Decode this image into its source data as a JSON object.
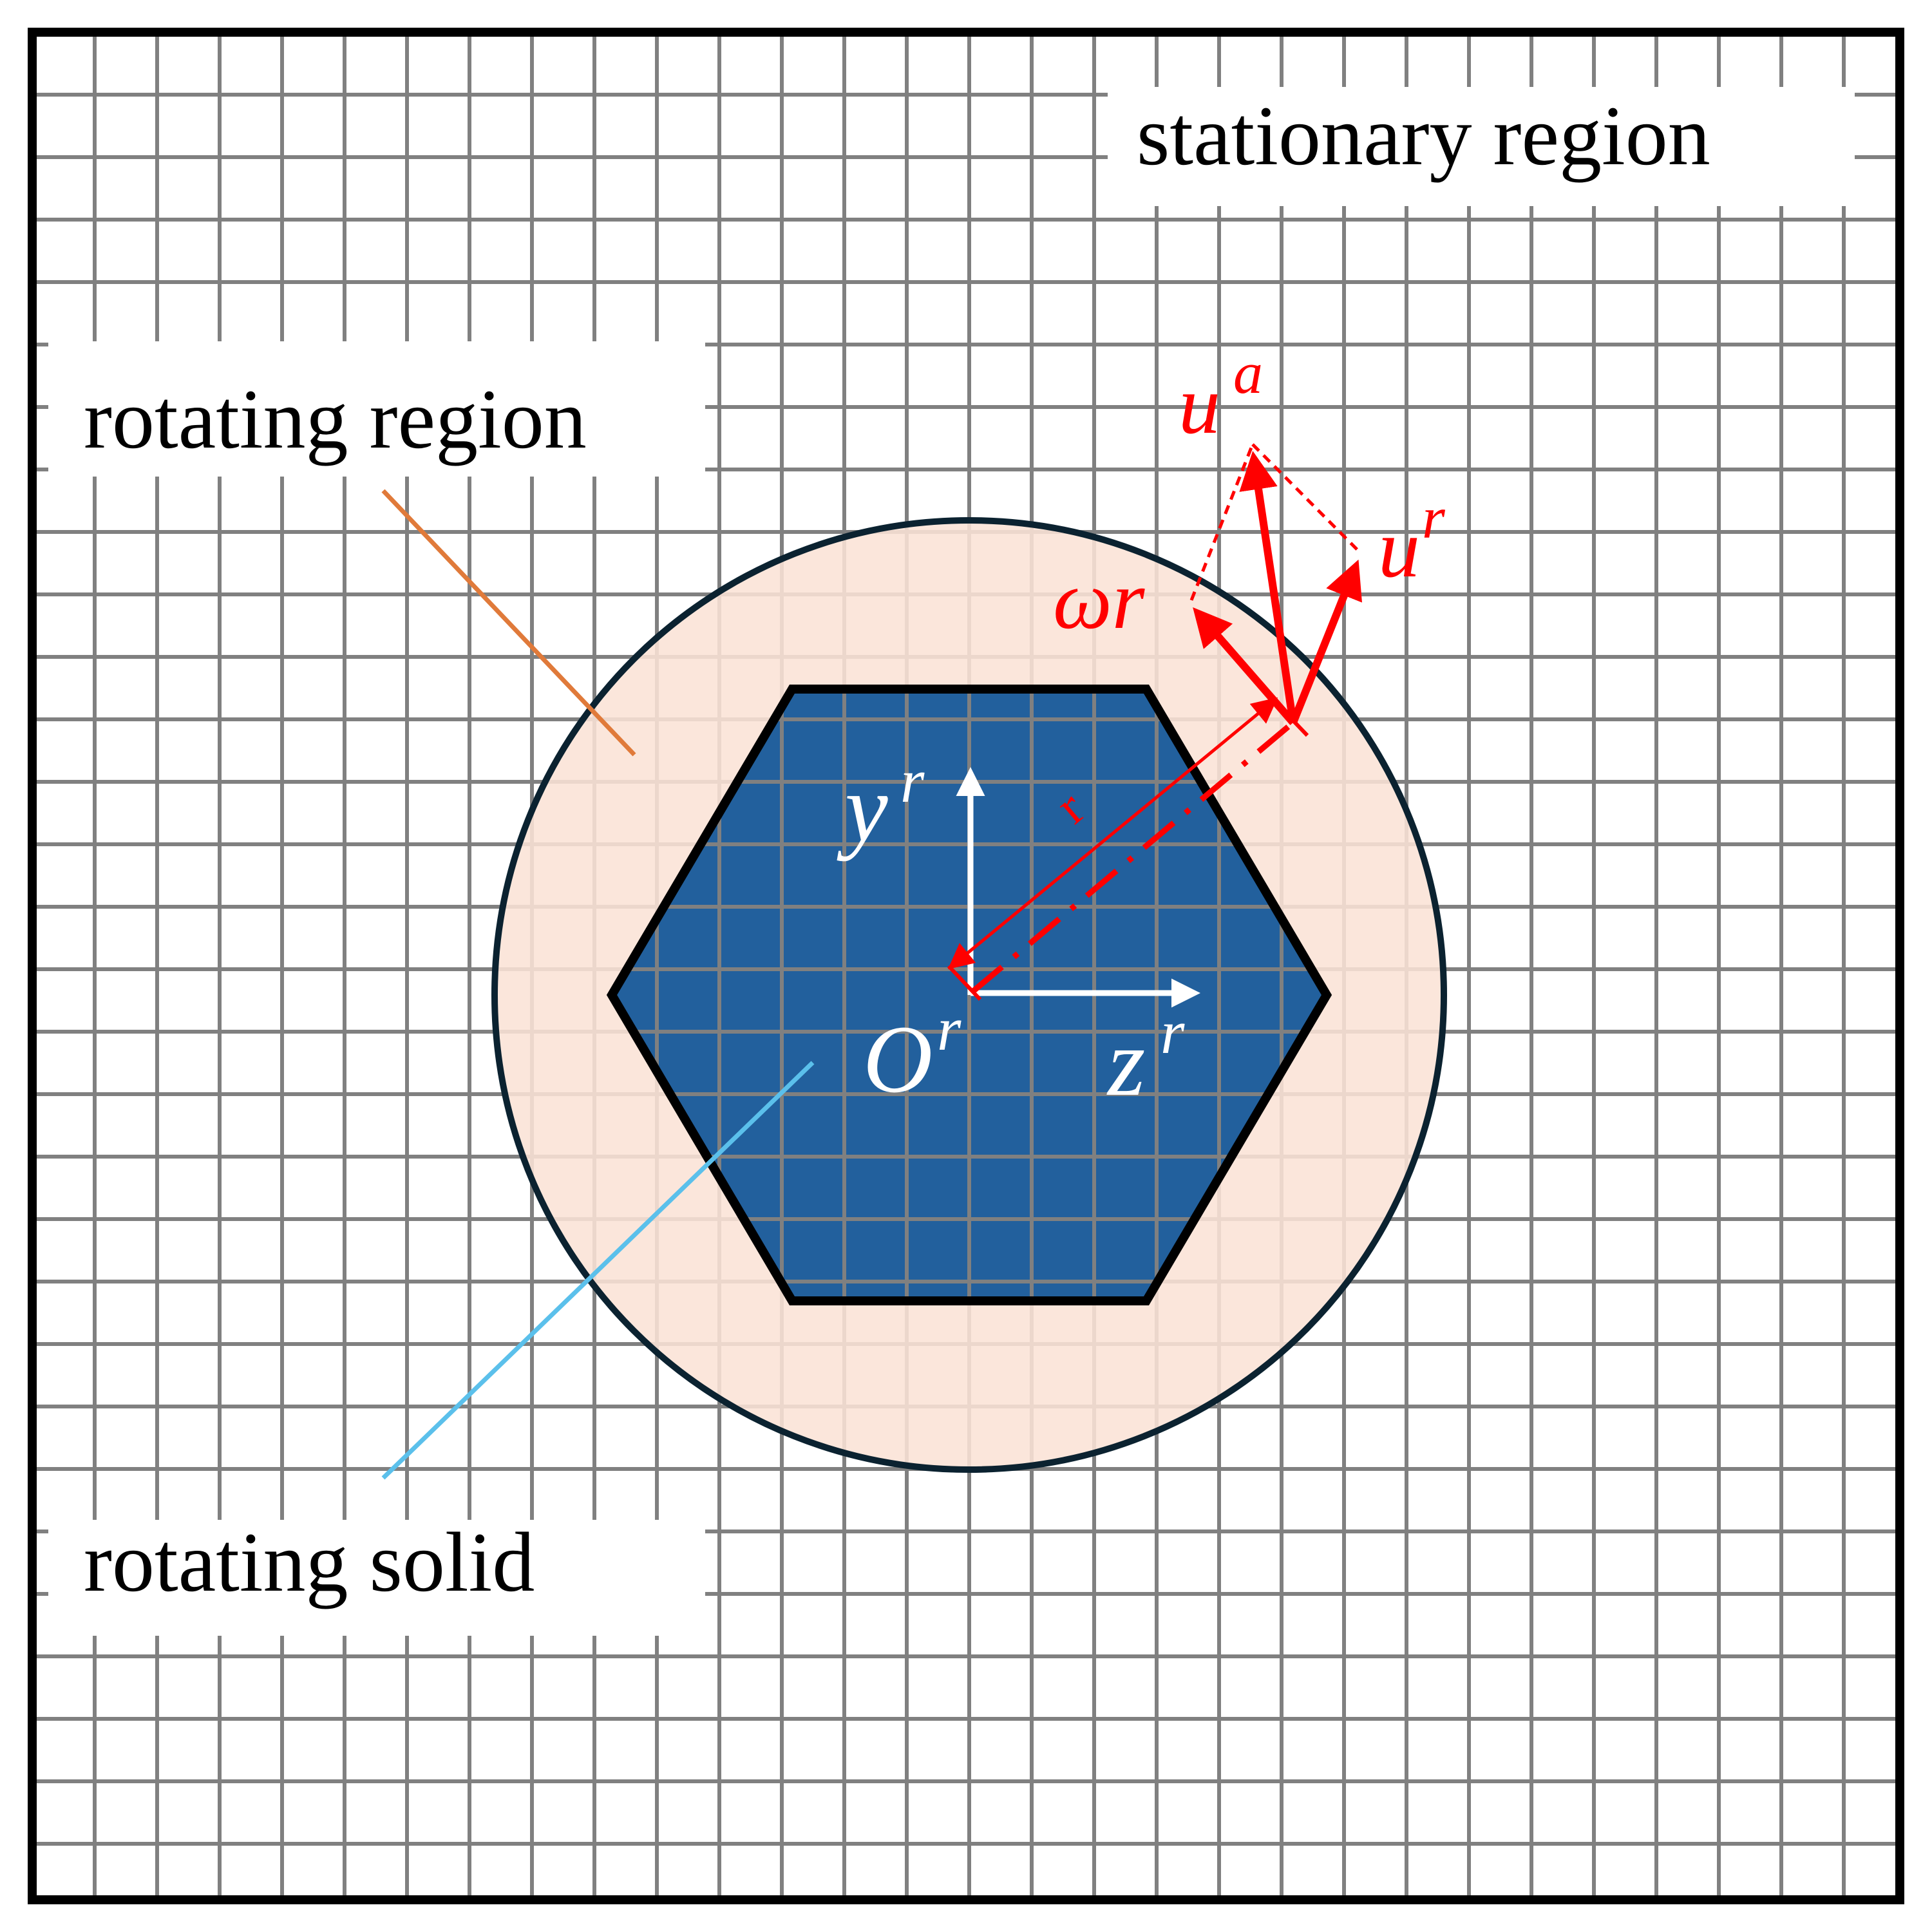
{
  "labels": {
    "stationary_region": "stationary region",
    "rotating_region": "rotating region",
    "rotating_solid": "rotating solid"
  },
  "axes": {
    "y_base": "y",
    "y_sup": "r",
    "z_base": "z",
    "z_sup": "r",
    "origin_base": "O",
    "origin_sup": "r"
  },
  "vectors": {
    "absolute_base": "u",
    "absolute_sup": "a",
    "relative_base": "u",
    "relative_sup": "r",
    "rotational": "ωr",
    "radius": "r"
  },
  "colors": {
    "grid": "#808080",
    "rotating_region_fill": "#fbe3d6",
    "rotating_region_border": "#0b2230",
    "solid_fill": "#22609d",
    "vectors": "#ff0000",
    "rotating_region_leader": "#e07a3a",
    "rotating_solid_leader": "#5bc0eb"
  }
}
